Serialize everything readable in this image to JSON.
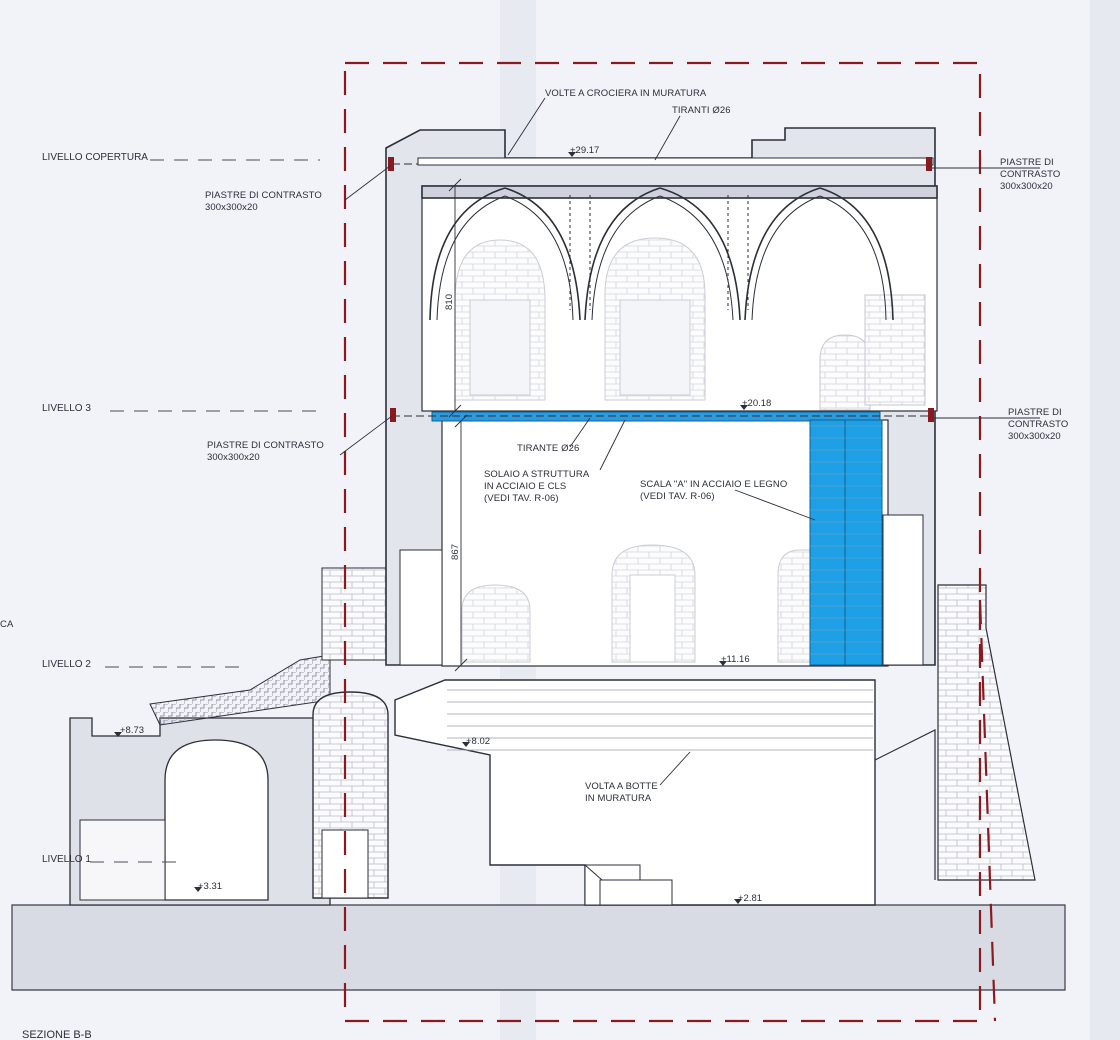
{
  "drawing": {
    "section_title": "SEZIONE B-B",
    "edge_label_left": "CA",
    "colors": {
      "paper": "#f3f4f8",
      "fold_shadow": "#dfe1e9",
      "ink": "#2c2f3a",
      "wall_fill": "#ffffff",
      "ground_fill": "#d7d9e2",
      "boundary_red": "#8b1a1f",
      "new_steel_blue": "#2b9be0",
      "stair_blue": "#1ea0e6"
    }
  },
  "levels": {
    "copertura": "LIVELLO COPERTURA",
    "livello_3": "LIVELLO 3",
    "livello_2": "LIVELLO 2",
    "livello_1": "LIVELLO 1"
  },
  "elevations": {
    "e_29_17": "+29.17",
    "e_20_18": "+20.18",
    "e_11_16": "+11.16",
    "e_8_73": "+8.73",
    "e_8_02": "+8.02",
    "e_3_31": "+3.31",
    "e_2_81": "+2.81"
  },
  "dimensions": {
    "upper_height": "810",
    "middle_height": "867"
  },
  "annotations": {
    "volte_crociera": "VOLTE A CROCIERA IN MURATURA",
    "tiranti": "TIRANTI Ø26",
    "piastre_top_left": [
      "PIASTRE DI CONTRASTO",
      "300x300x20"
    ],
    "piastre_top_right": [
      "PIASTRE DI",
      "CONTRASTO",
      "300x300x20"
    ],
    "piastre_mid_left": [
      "PIASTRE DI CONTRASTO",
      "300x300x20"
    ],
    "piastre_mid_right": [
      "PIASTRE DI",
      "CONTRASTO",
      "300x300x20"
    ],
    "tirante": "TIRANTE Ø26",
    "solaio": [
      "SOLAIO A STRUTTURA",
      "IN ACCIAIO E CLS",
      "(VEDI TAV. R-06)"
    ],
    "scala": [
      "SCALA \"A\" IN ACCIAIO E LEGNO",
      "(VEDI TAV. R-06)"
    ],
    "volta_botte": [
      "VOLTA A BOTTE",
      "IN MURATURA"
    ]
  }
}
